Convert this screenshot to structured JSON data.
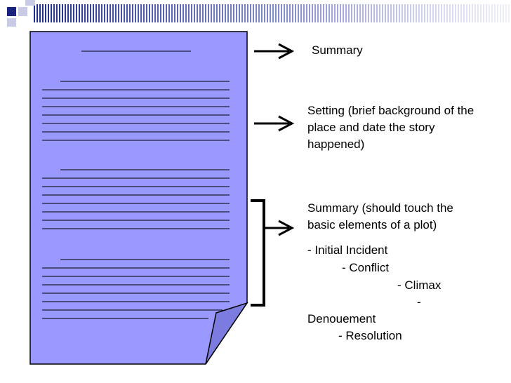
{
  "labels": {
    "summary_top": "Summary",
    "setting": [
      "Setting (brief background of the",
      "place and date the story",
      "happened)"
    ],
    "summary_plot": [
      "Summary (should touch the",
      "basic elements of a plot)"
    ],
    "plot_elements": {
      "initial_incident": "- Initial Incident",
      "conflict": "- Conflict",
      "climax": "- Climax",
      "denouement_dash": "-",
      "denouement": "Denouement",
      "resolution": "- Resolution"
    }
  },
  "icons": [
    "arrow-right-icon",
    "bracket-icon",
    "document-icon"
  ],
  "colors": {
    "page_fill": "#9999ff",
    "page_fold": "#7b7be0",
    "header_squares": "#1a237e"
  }
}
